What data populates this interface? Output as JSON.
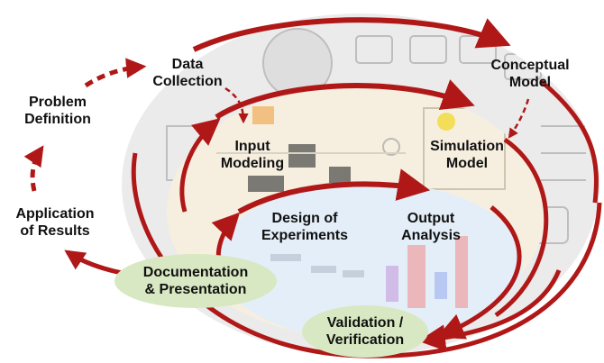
{
  "colors": {
    "arrow": "#b01818",
    "ellipse_stroke": "#b01818",
    "pill_fill": "#d8e8c2",
    "outer_bg": "#ebebeb",
    "middle_bg": "#f6efe0",
    "inner_bg": "#e4eef8"
  },
  "nodes": {
    "problem_definition": "Problem\nDefinition",
    "data_collection": "Data\nCollection",
    "conceptual_model": "Conceptual\nModel",
    "input_modeling": "Input\nModeling",
    "simulation_model": "Simulation\nModel",
    "design_of_experiments": "Design of\nExperiments",
    "output_analysis": "Output\nAnalysis",
    "application_of_results": "Application\nof Results",
    "documentation_presentation": "Documentation\n& Presentation",
    "validation_verification": "Validation /\nVerification"
  }
}
